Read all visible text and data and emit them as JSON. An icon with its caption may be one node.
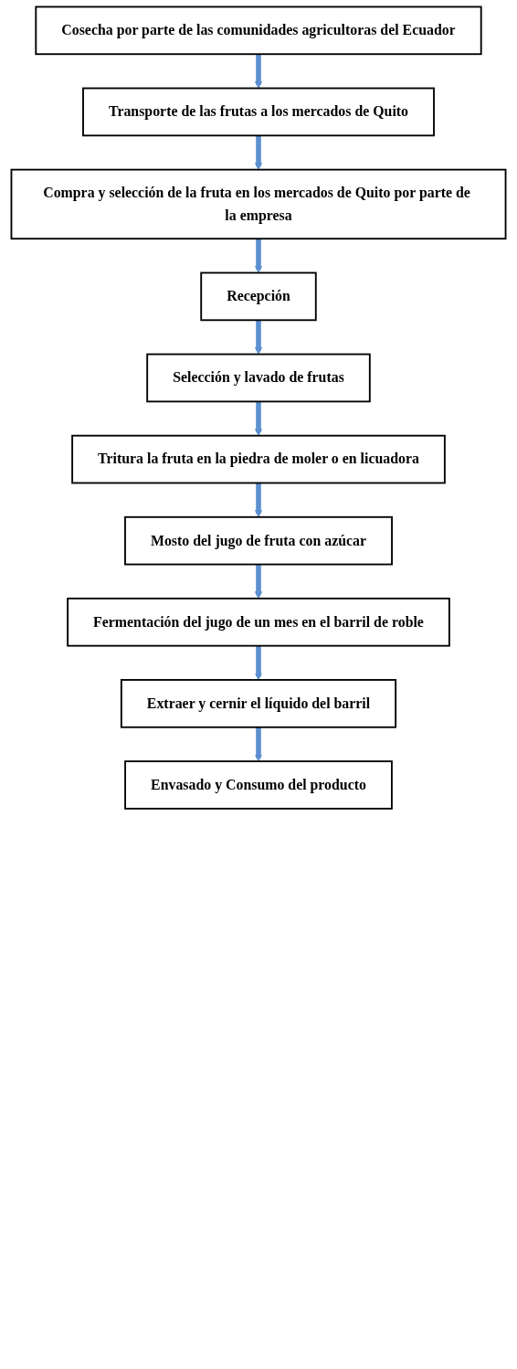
{
  "diagram": {
    "nodes": [
      {
        "text": [
          "Cosecha por parte de las comunidades agricultoras del Ecuador"
        ]
      },
      {
        "text": [
          "Transporte de las frutas a los mercados de Quito"
        ]
      },
      {
        "text": [
          "Compra y selección de la fruta en los mercados de Quito por parte de la empresa"
        ]
      },
      {
        "text": [
          "Recepción"
        ]
      },
      {
        "text": [
          "Selección y lavado de frutas"
        ]
      },
      {
        "text": [
          "Tritura la fruta en la piedra de moler o en licuadora"
        ]
      },
      {
        "text": [
          "Mosto del jugo de fruta con azúcar"
        ]
      },
      {
        "text": [
          "Fermentación del jugo de un mes en el barril de roble"
        ]
      },
      {
        "text": [
          "Extraer y cernir el líquido del barril"
        ]
      },
      {
        "text": [
          "Envasado y Consumo del producto"
        ]
      }
    ],
    "edges": [
      {
        "from": 0,
        "to": 1,
        "arrow": "to"
      },
      {
        "from": 1,
        "to": 2,
        "arrow": "to"
      },
      {
        "from": 2,
        "to": 3,
        "arrow": "to"
      },
      {
        "from": 3,
        "to": 4,
        "arrow": "to"
      },
      {
        "from": 4,
        "to": 5,
        "arrow": "to"
      },
      {
        "from": 5,
        "to": 6,
        "arrow": "to"
      },
      {
        "from": 6,
        "to": 7,
        "arrow": "to"
      },
      {
        "from": 7,
        "to": 8,
        "arrow": "to"
      },
      {
        "from": 8,
        "to": 9,
        "arrow": "to"
      }
    ]
  }
}
